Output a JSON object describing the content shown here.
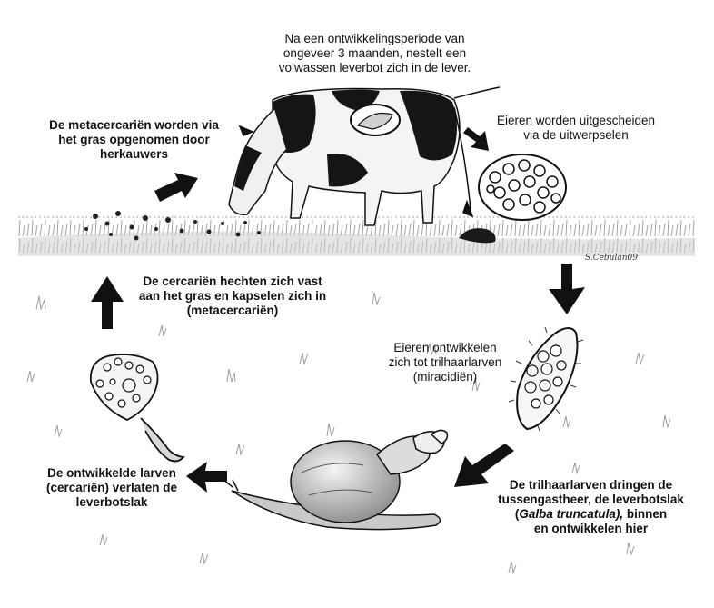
{
  "texts": {
    "top": [
      "Na een ontwikkelingsperiode van",
      "ongeveer 3 maanden, nestelt een",
      "volwassen leverbot zich in de lever."
    ],
    "eggs_out": [
      "Eieren worden uitgescheiden",
      "via de uitwerpselen"
    ],
    "meta_eaten": [
      "De metacercariën worden via",
      "het gras opgenomen door",
      "herkauwers"
    ],
    "cerc_attach": [
      "De cercariën hechten zich vast",
      "aan het gras en kapselen zich in",
      "(metacercariën)"
    ],
    "eggs_develop": [
      "Eieren ontwikkelen",
      "zich tot trilhaarlarven",
      "(miracidiën)"
    ],
    "larvae_leave": [
      "De ontwikkelde larven",
      "(cercariën) verlaten de",
      "leverbotslak"
    ],
    "snail_enter_1": "De trilhaarlarven dringen de",
    "snail_enter_2a": "tussengastheer, de leverbotslak",
    "snail_enter_2b": "(",
    "snail_enter_species": "Galba truncatula),",
    "snail_enter_2c": " binnen",
    "snail_enter_3": "en ontwikkelen hier"
  },
  "signature": "S.Cebulan09",
  "colors": {
    "ink": "#111111",
    "grass": "#8a8a8a",
    "arrow": "#111111",
    "background": "#ffffff"
  },
  "icons": [
    "cow",
    "fluke",
    "egg-cluster",
    "miracidium-egg",
    "snail",
    "cercaria",
    "arrow"
  ]
}
